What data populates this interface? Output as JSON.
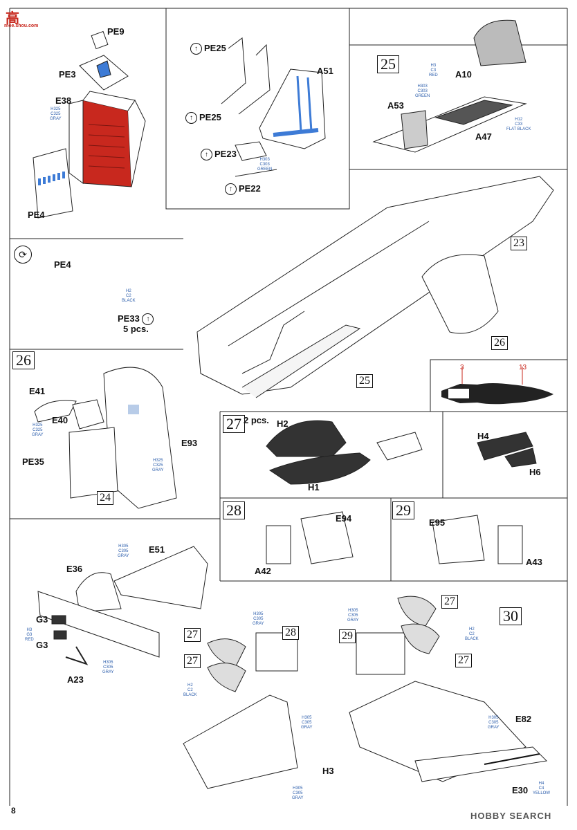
{
  "page_number": "8",
  "watermark_top": "高",
  "watermark_top_sub": "moe.shou.com",
  "watermark_bottom": "HOBBY SEARCH",
  "steps": {
    "s25": "25",
    "s26": "26",
    "s27": "27",
    "s27_qty": "2 pcs.",
    "s28": "28",
    "s29": "29",
    "s30": "30",
    "ref23": "23",
    "ref24": "24",
    "ref25": "25",
    "ref26": "26",
    "ref27a": "27",
    "ref27b": "27",
    "ref28": "28",
    "ref27c": "27",
    "ref27d": "27",
    "ref29": "29"
  },
  "parts": {
    "PE9": "PE9",
    "PE3": "PE3",
    "E38": "E38",
    "PE4a": "PE4",
    "PE25a": "PE25",
    "PE25b": "PE25",
    "A51": "A51",
    "PE23": "PE23",
    "PE22": "PE22",
    "A10": "A10",
    "A53": "A53",
    "A47": "A47",
    "PE4b": "PE4",
    "PE33": "PE33",
    "pcs5": "5 pcs.",
    "E41": "E41",
    "E40": "E40",
    "PE35": "PE35",
    "E93": "E93",
    "H2": "H2",
    "H1": "H1",
    "H4": "H4",
    "H6": "H6",
    "E94": "E94",
    "A42": "A42",
    "E95": "E95",
    "A43": "A43",
    "E51": "E51",
    "E36": "E36",
    "G3a": "G3",
    "G3b": "G3",
    "A23": "A23",
    "H3": "H3",
    "E82": "E82",
    "E30": "E30",
    "bomb3": "3",
    "bomb13": "13"
  },
  "paints": {
    "p1": [
      "H325",
      "C325",
      "GRAY"
    ],
    "p2": [
      "H303",
      "C303",
      "GREEN"
    ],
    "p3": [
      "H3",
      "C3",
      "RED"
    ],
    "p4": [
      "H303",
      "C303",
      "GREEN"
    ],
    "p5": [
      "H12",
      "C33",
      "FLAT BLACK"
    ],
    "p6": [
      "H2",
      "C2",
      "BLACK"
    ],
    "p7": [
      "H325",
      "C325",
      "GRAY"
    ],
    "p8": [
      "H325",
      "C325",
      "GRAY"
    ],
    "p9": [
      "H305",
      "C305",
      "GRAY"
    ],
    "p10": [
      "H3",
      "G3",
      "RED"
    ],
    "p11": [
      "H305",
      "C305",
      "GRAY"
    ],
    "p12": [
      "H305",
      "C305",
      "GRAY"
    ],
    "p13": [
      "H2",
      "C2",
      "BLACK"
    ],
    "p14": [
      "H305",
      "C305",
      "GRAY"
    ],
    "p15": [
      "H305",
      "C305",
      "GRAY"
    ],
    "p16": [
      "H305",
      "C305",
      "GRAY"
    ],
    "p17": [
      "H2",
      "C2",
      "BLACK"
    ],
    "p18": [
      "H305",
      "C305",
      "GRAY"
    ],
    "p19": [
      "H4",
      "C4",
      "YELLOW"
    ]
  },
  "colors": {
    "red_panel": "#c8281e",
    "green_seat": "#3d7bd6",
    "ink": "#111111"
  }
}
